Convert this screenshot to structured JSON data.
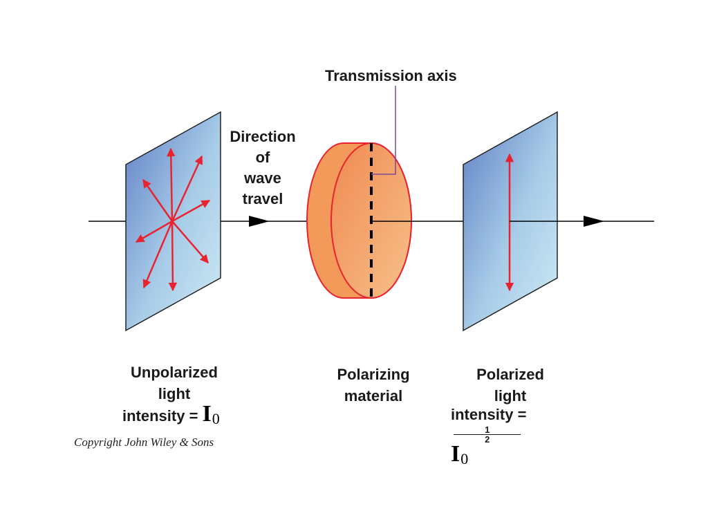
{
  "labels": {
    "transmission_axis": "Transmission axis",
    "direction": [
      "Direction",
      "of",
      "wave",
      "travel"
    ],
    "unpolarized": {
      "line1": "Unpolarized",
      "line2": "light",
      "line3": "intensity =",
      "symbol": "I",
      "subscript": "0"
    },
    "polarizing": [
      "Polarizing",
      "material"
    ],
    "polarized": {
      "line1": "Polarized",
      "line2": "light",
      "line3": "intensity =",
      "frac_num": "1",
      "frac_den": "2",
      "symbol": "I",
      "subscript": "0"
    },
    "copyright": "Copyright John Wiley & Sons"
  },
  "colors": {
    "plate_top": "#5f7ec4",
    "plate_bottom": "#c6e6f4",
    "vector": "#e8232f",
    "disk_fill": "#f2a060",
    "disk_edge": "#e8232f",
    "axis_line": "#000000",
    "callout_line": "#7a4a9a"
  },
  "icons": {
    "unpolarized_vectors": "radial-arrows-icon",
    "polarized_vector": "double-headed-arrow-icon"
  }
}
